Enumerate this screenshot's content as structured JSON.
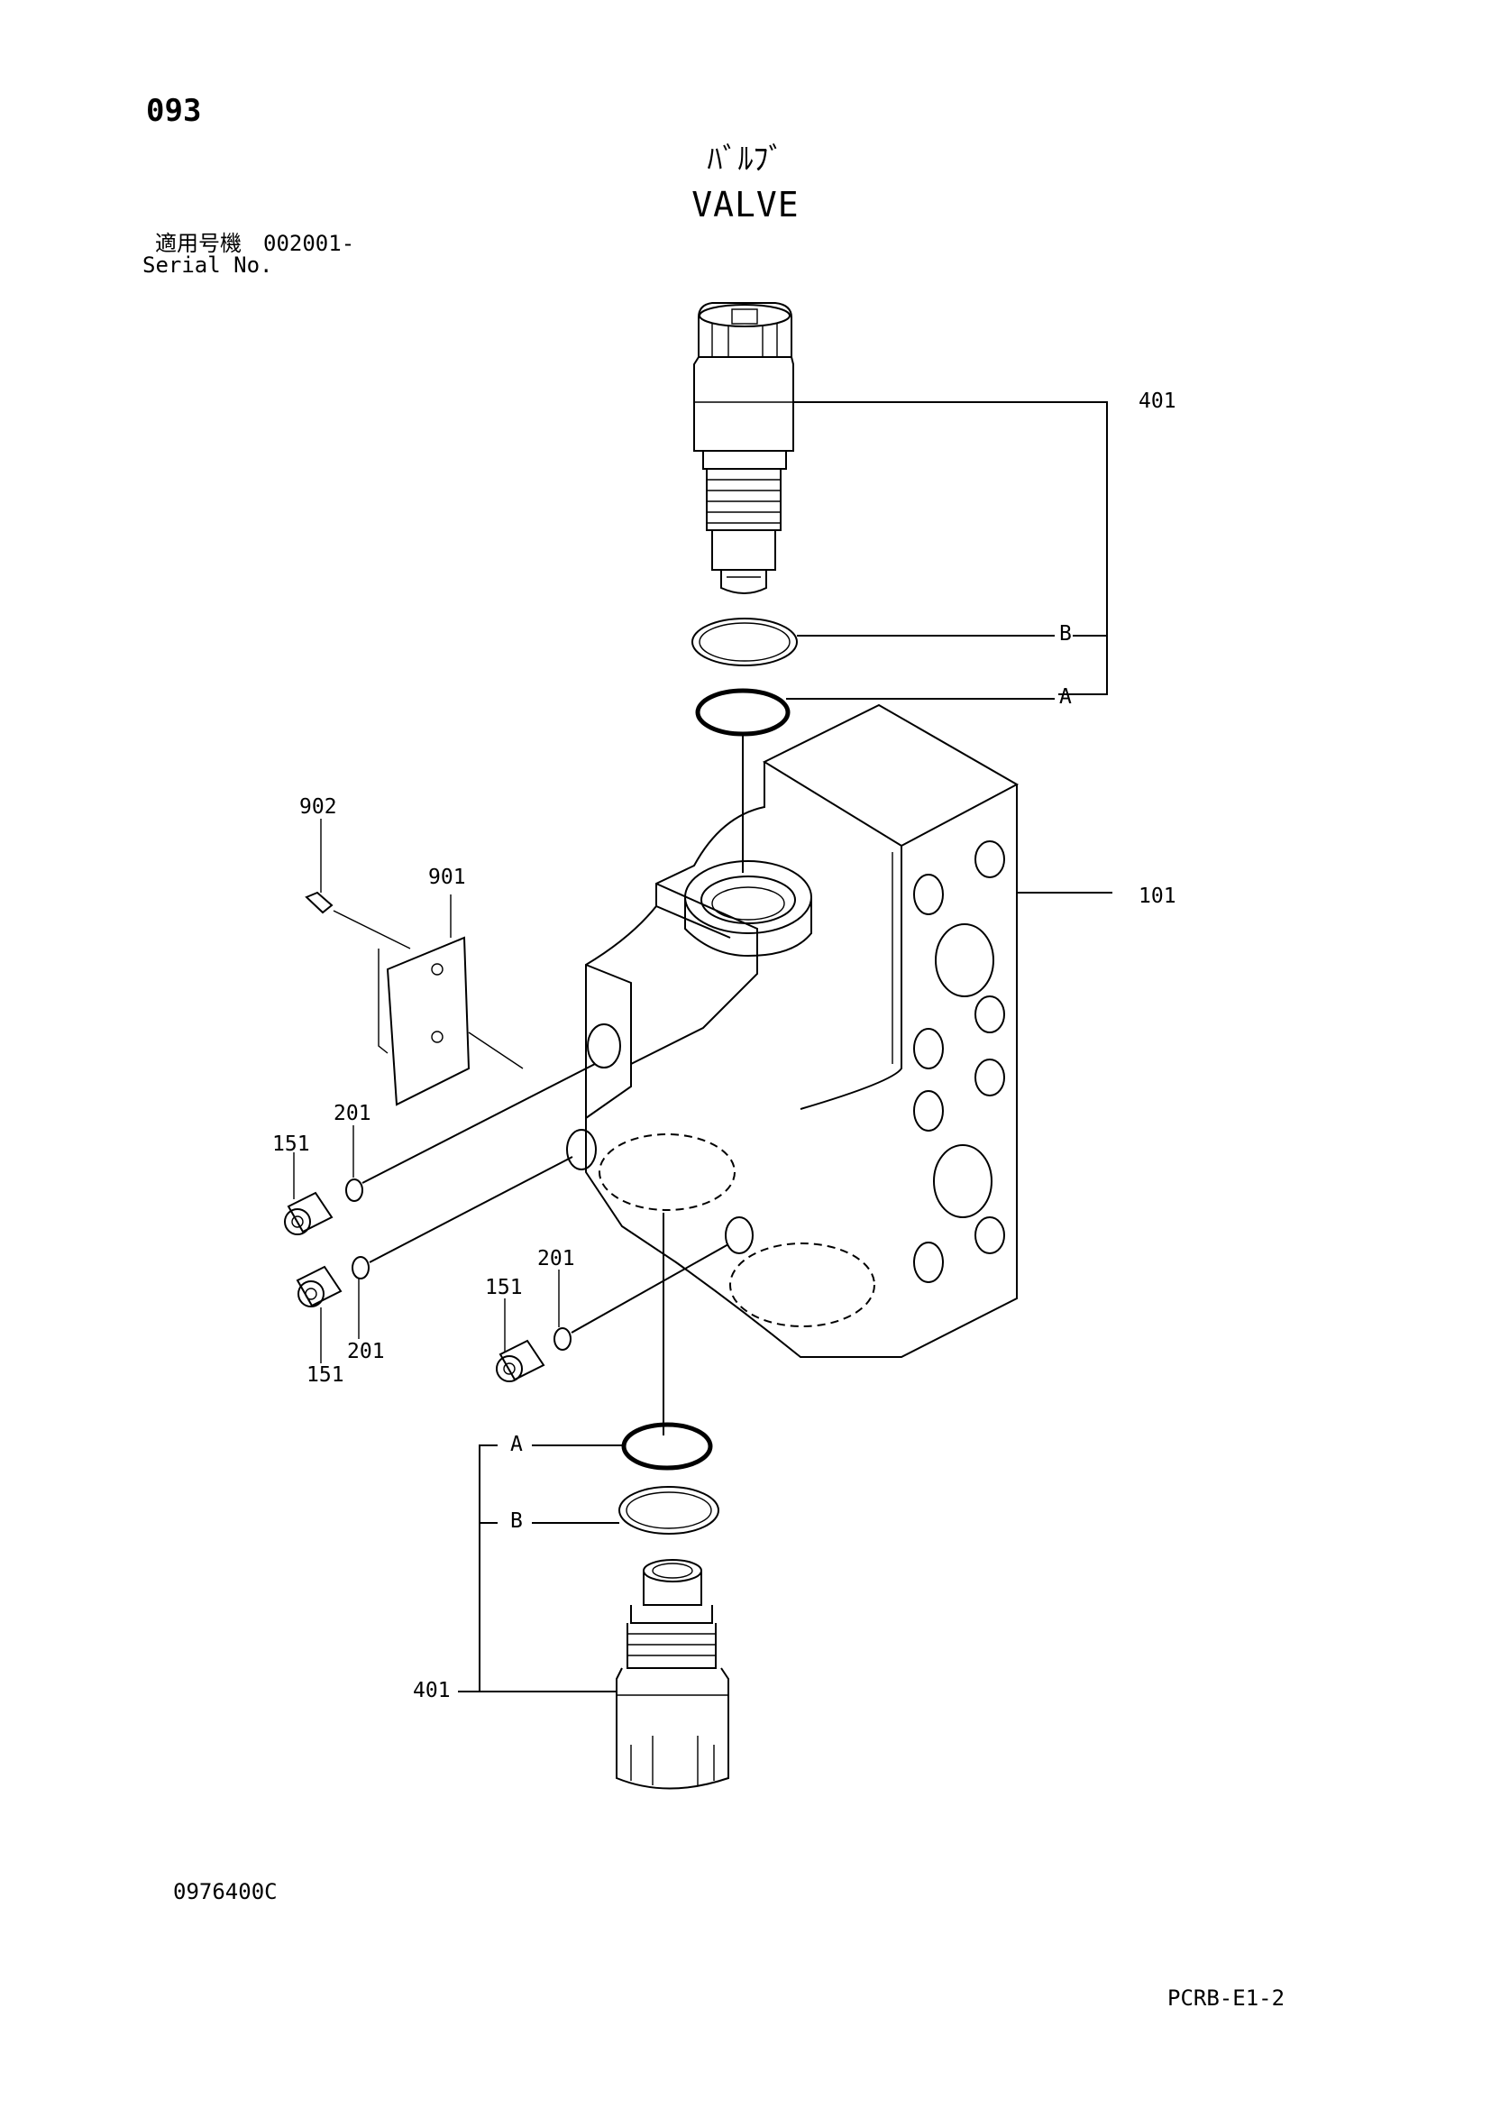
{
  "header": {
    "page_number": "093",
    "title_jp": "ﾊﾞﾙﾌﾞ",
    "title_en": "VALVE",
    "serial_range": "適用号機　002001-",
    "serial_label": "Serial No."
  },
  "callouts": {
    "relief_top": "401",
    "relief_bottom": "401",
    "ring_b_top": "B",
    "ring_a_top": "A",
    "ring_a_bottom": "A",
    "ring_b_bottom": "B",
    "body": "101",
    "plate": "901",
    "screw": "902",
    "plug_left_upper": "151",
    "plug_left_lower": "151",
    "plug_center": "151",
    "oring_left_upper": "201",
    "oring_left_lower": "201",
    "oring_center": "201"
  },
  "footer": {
    "drawing_number": "0976400C",
    "page_code": "PCRB-E1-2"
  }
}
